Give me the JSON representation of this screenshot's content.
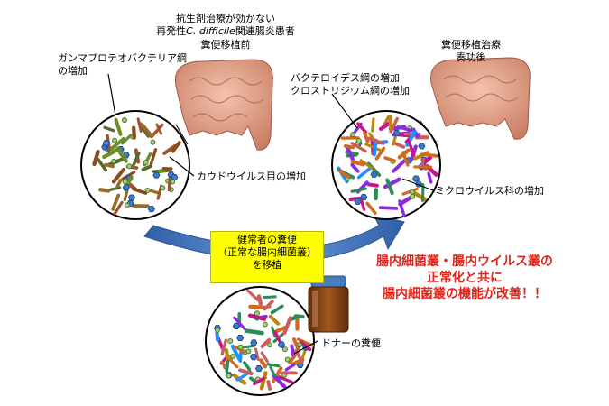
{
  "header": {
    "line1": "抗生剤治療が効かない",
    "line2_pre": "再発性",
    "line2_italic": "C. difficile",
    "line2_post": "関連腸炎患者",
    "line3": "糞便移植前"
  },
  "before": {
    "label_gamma_1": "ガンマプロテオバクテリア綱",
    "label_gamma_2": "の増加",
    "label_caudo": "カウドウイルス目の増加"
  },
  "after": {
    "title_1": "糞便移植治療",
    "title_2": "奏功後",
    "label_bact_1": "バクテロイデス綱の増加",
    "label_bact_2": "クロストリジウム綱の増加",
    "label_micro": "ミクロウイルス科の増加"
  },
  "transplant": {
    "line1": "健常者の糞便",
    "line2": "（正常な腸内細菌叢）",
    "line3": "を移植"
  },
  "result": {
    "line1": "腸内細菌叢・腸内ウイルス叢の",
    "line2": "正常化と共に",
    "line3": "腸内細菌叢の機能が改善！！"
  },
  "donor": {
    "label": "ドナーの糞便"
  },
  "colors": {
    "arrow_blue": "#4f7fc4",
    "highlight_yellow": "#ffff00",
    "result_red": "#e1251b",
    "colon_pink": "#e3a58c",
    "stool_brown": "#8b4a1c"
  }
}
